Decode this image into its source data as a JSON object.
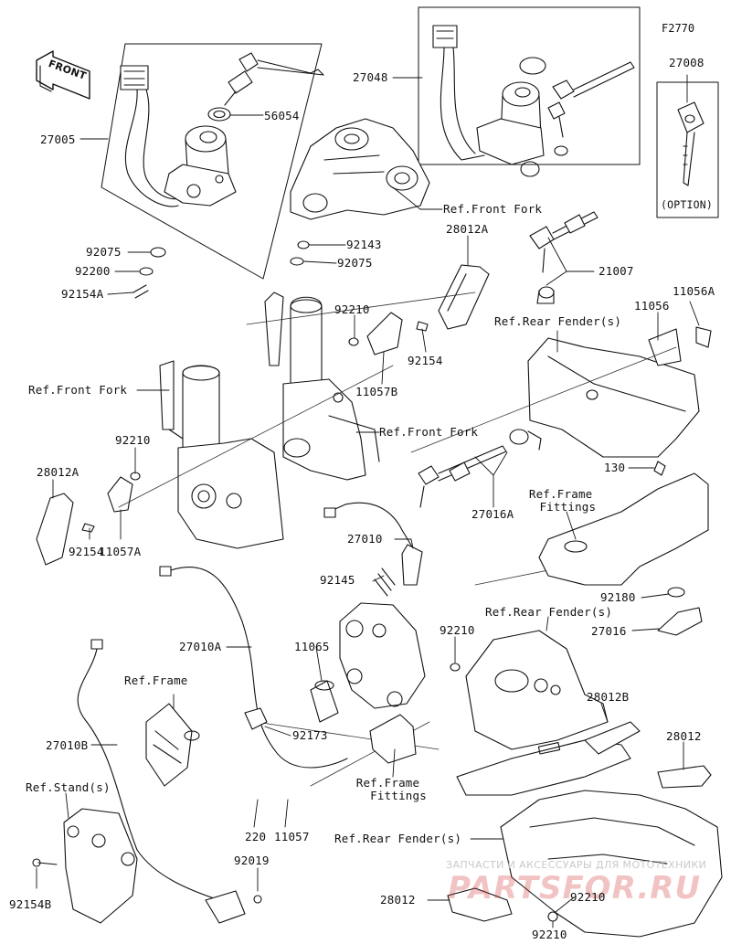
{
  "diagram_code": "F2770",
  "front_label": "FRONT",
  "option_label": "(OPTION)",
  "watermark": {
    "line1": "ЗАПЧАСТИ И АКСЕССУАРЫ ДЛЯ МОТОТЕХНИКИ",
    "line2": "PARTSFOR.RU"
  },
  "labels": {
    "l_27005": "27005",
    "l_56054": "56054",
    "l_27048": "27048",
    "l_27008": "27008",
    "l_92075a": "92075",
    "l_92200": "92200",
    "l_92154a_top": "92154A",
    "l_92143": "92143",
    "l_92075b": "92075",
    "l_ref_front_fork_1": "Ref.Front Fork",
    "l_28012a_top": "28012A",
    "l_21007": "21007",
    "l_11056": "11056",
    "l_11056a": "11056A",
    "l_92210_a": "92210",
    "l_92154_a": "92154",
    "l_11057b": "11057B",
    "l_ref_rear_fender_1": "Ref.Rear Fender(s)",
    "l_ref_front_fork_2": "Ref.Front Fork",
    "l_ref_front_fork_3": "Ref.Front Fork",
    "l_92210_b": "92210",
    "l_28012a_left": "28012A",
    "l_92154_b": "92154",
    "l_11057a": "11057A",
    "l_27016a": "27016A",
    "l_130": "130",
    "l_ref_frame_fittings_1": "Ref.Frame\n  Fittings",
    "l_27010": "27010",
    "l_92145": "92145",
    "l_92180": "92180",
    "l_ref_rear_fender_2": "Ref.Rear Fender(s)",
    "l_27016": "27016",
    "l_27010a": "27010A",
    "l_11065": "11065",
    "l_92210_c": "92210",
    "l_ref_frame": "Ref.Frame",
    "l_28012b": "28012B",
    "l_92173": "92173",
    "l_28012_right": "28012",
    "l_27010b": "27010B",
    "l_ref_frame_fittings_2": "Ref.Frame\n   Fittings",
    "l_ref_stand": "Ref.Stand(s)",
    "l_220": "220",
    "l_11057": "11057",
    "l_ref_rear_fender_3": "Ref.Rear Fender(s)",
    "l_92019": "92019",
    "l_92154b": "92154B",
    "l_28012_bottom": "28012",
    "l_92210_d": "92210",
    "l_92210_e": "92210"
  }
}
